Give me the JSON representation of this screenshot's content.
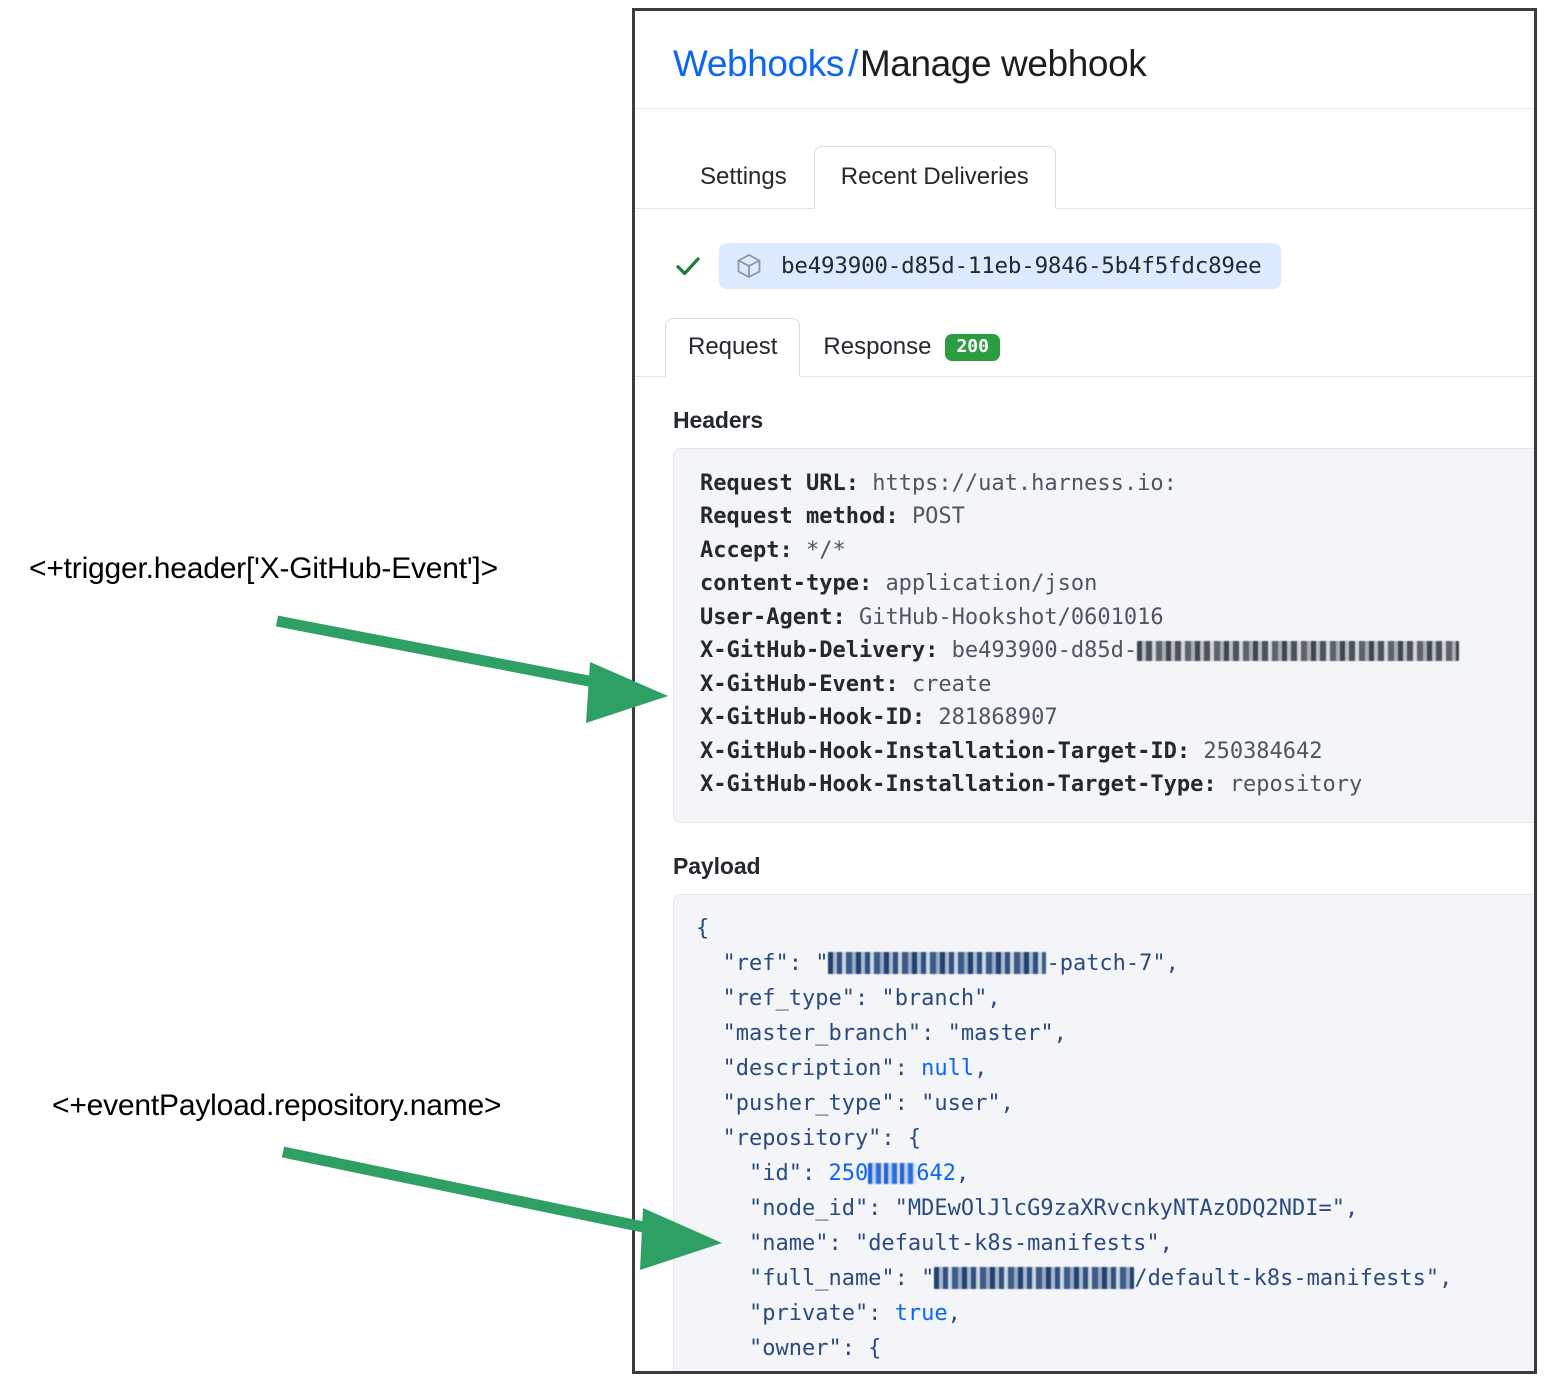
{
  "annotations": [
    {
      "text": "<+trigger.header['X-GitHub-Event']>",
      "arrow_color": "#2ea063"
    },
    {
      "text": "<+eventPayload.repository.name>",
      "arrow_color": "#2ea063"
    }
  ],
  "card": {
    "breadcrumb": {
      "parent": "Webhooks",
      "separator": "/",
      "current": "Manage webhook"
    },
    "tabs": [
      {
        "label": "Settings",
        "active": false
      },
      {
        "label": "Recent Deliveries",
        "active": true
      }
    ],
    "delivery": {
      "status_icon": "check-icon",
      "package_icon": "cube-icon",
      "guid": "be493900-d85d-11eb-9846-5b4f5fdc89ee"
    },
    "subtabs": [
      {
        "label": "Request",
        "active": true,
        "badge": null
      },
      {
        "label": "Response",
        "active": false,
        "badge": "200"
      }
    ],
    "headers_section": {
      "heading": "Headers",
      "rows": [
        {
          "key": "Request URL:",
          "value": "https://uat.harness.io:"
        },
        {
          "key": "Request method:",
          "value": "POST"
        },
        {
          "key": "Accept:",
          "value": "*/*"
        },
        {
          "key": "content-type:",
          "value": "application/json"
        },
        {
          "key": "User-Agent:",
          "value": "GitHub-Hookshot/0601016"
        },
        {
          "key": "X-GitHub-Delivery:",
          "value": "be493900-d85d-",
          "redacted_suffix": true
        },
        {
          "key": "X-GitHub-Event:",
          "value": "create"
        },
        {
          "key": "X-GitHub-Hook-ID:",
          "value": "281868907"
        },
        {
          "key": "X-GitHub-Hook-Installation-Target-ID:",
          "value": "250384642"
        },
        {
          "key": "X-GitHub-Hook-Installation-Target-Type:",
          "value": "repository"
        }
      ]
    },
    "payload_section": {
      "heading": "Payload",
      "lines": [
        "{",
        "  \"ref\": \"[redacted]-patch-7\",",
        "  \"ref_type\": \"branch\",",
        "  \"master_branch\": \"master\",",
        "  \"description\": null,",
        "  \"pusher_type\": \"user\",",
        "  \"repository\": {",
        "    \"id\": 250[redacted]642,",
        "    \"node_id\": \"MDEwOlJlcG9zaXRvcnkyNTAzODQ2NDI=\",",
        "    \"name\": \"default-k8s-manifests\",",
        "    \"full_name\": \"[redacted]/default-k8s-manifests\",",
        "    \"private\": true,",
        "    \"owner\": {"
      ],
      "values": {
        "ref_suffix": "-patch-7",
        "ref_type": "branch",
        "master_branch": "master",
        "description": "null",
        "pusher_type": "user",
        "id_prefix": "250",
        "id_suffix": "642",
        "node_id": "MDEwOlJlcG9zaXRvcnkyNTAzODQ2NDI=",
        "name": "default-k8s-manifests",
        "full_name_suffix": "/default-k8s-manifests",
        "private": "true"
      }
    }
  }
}
